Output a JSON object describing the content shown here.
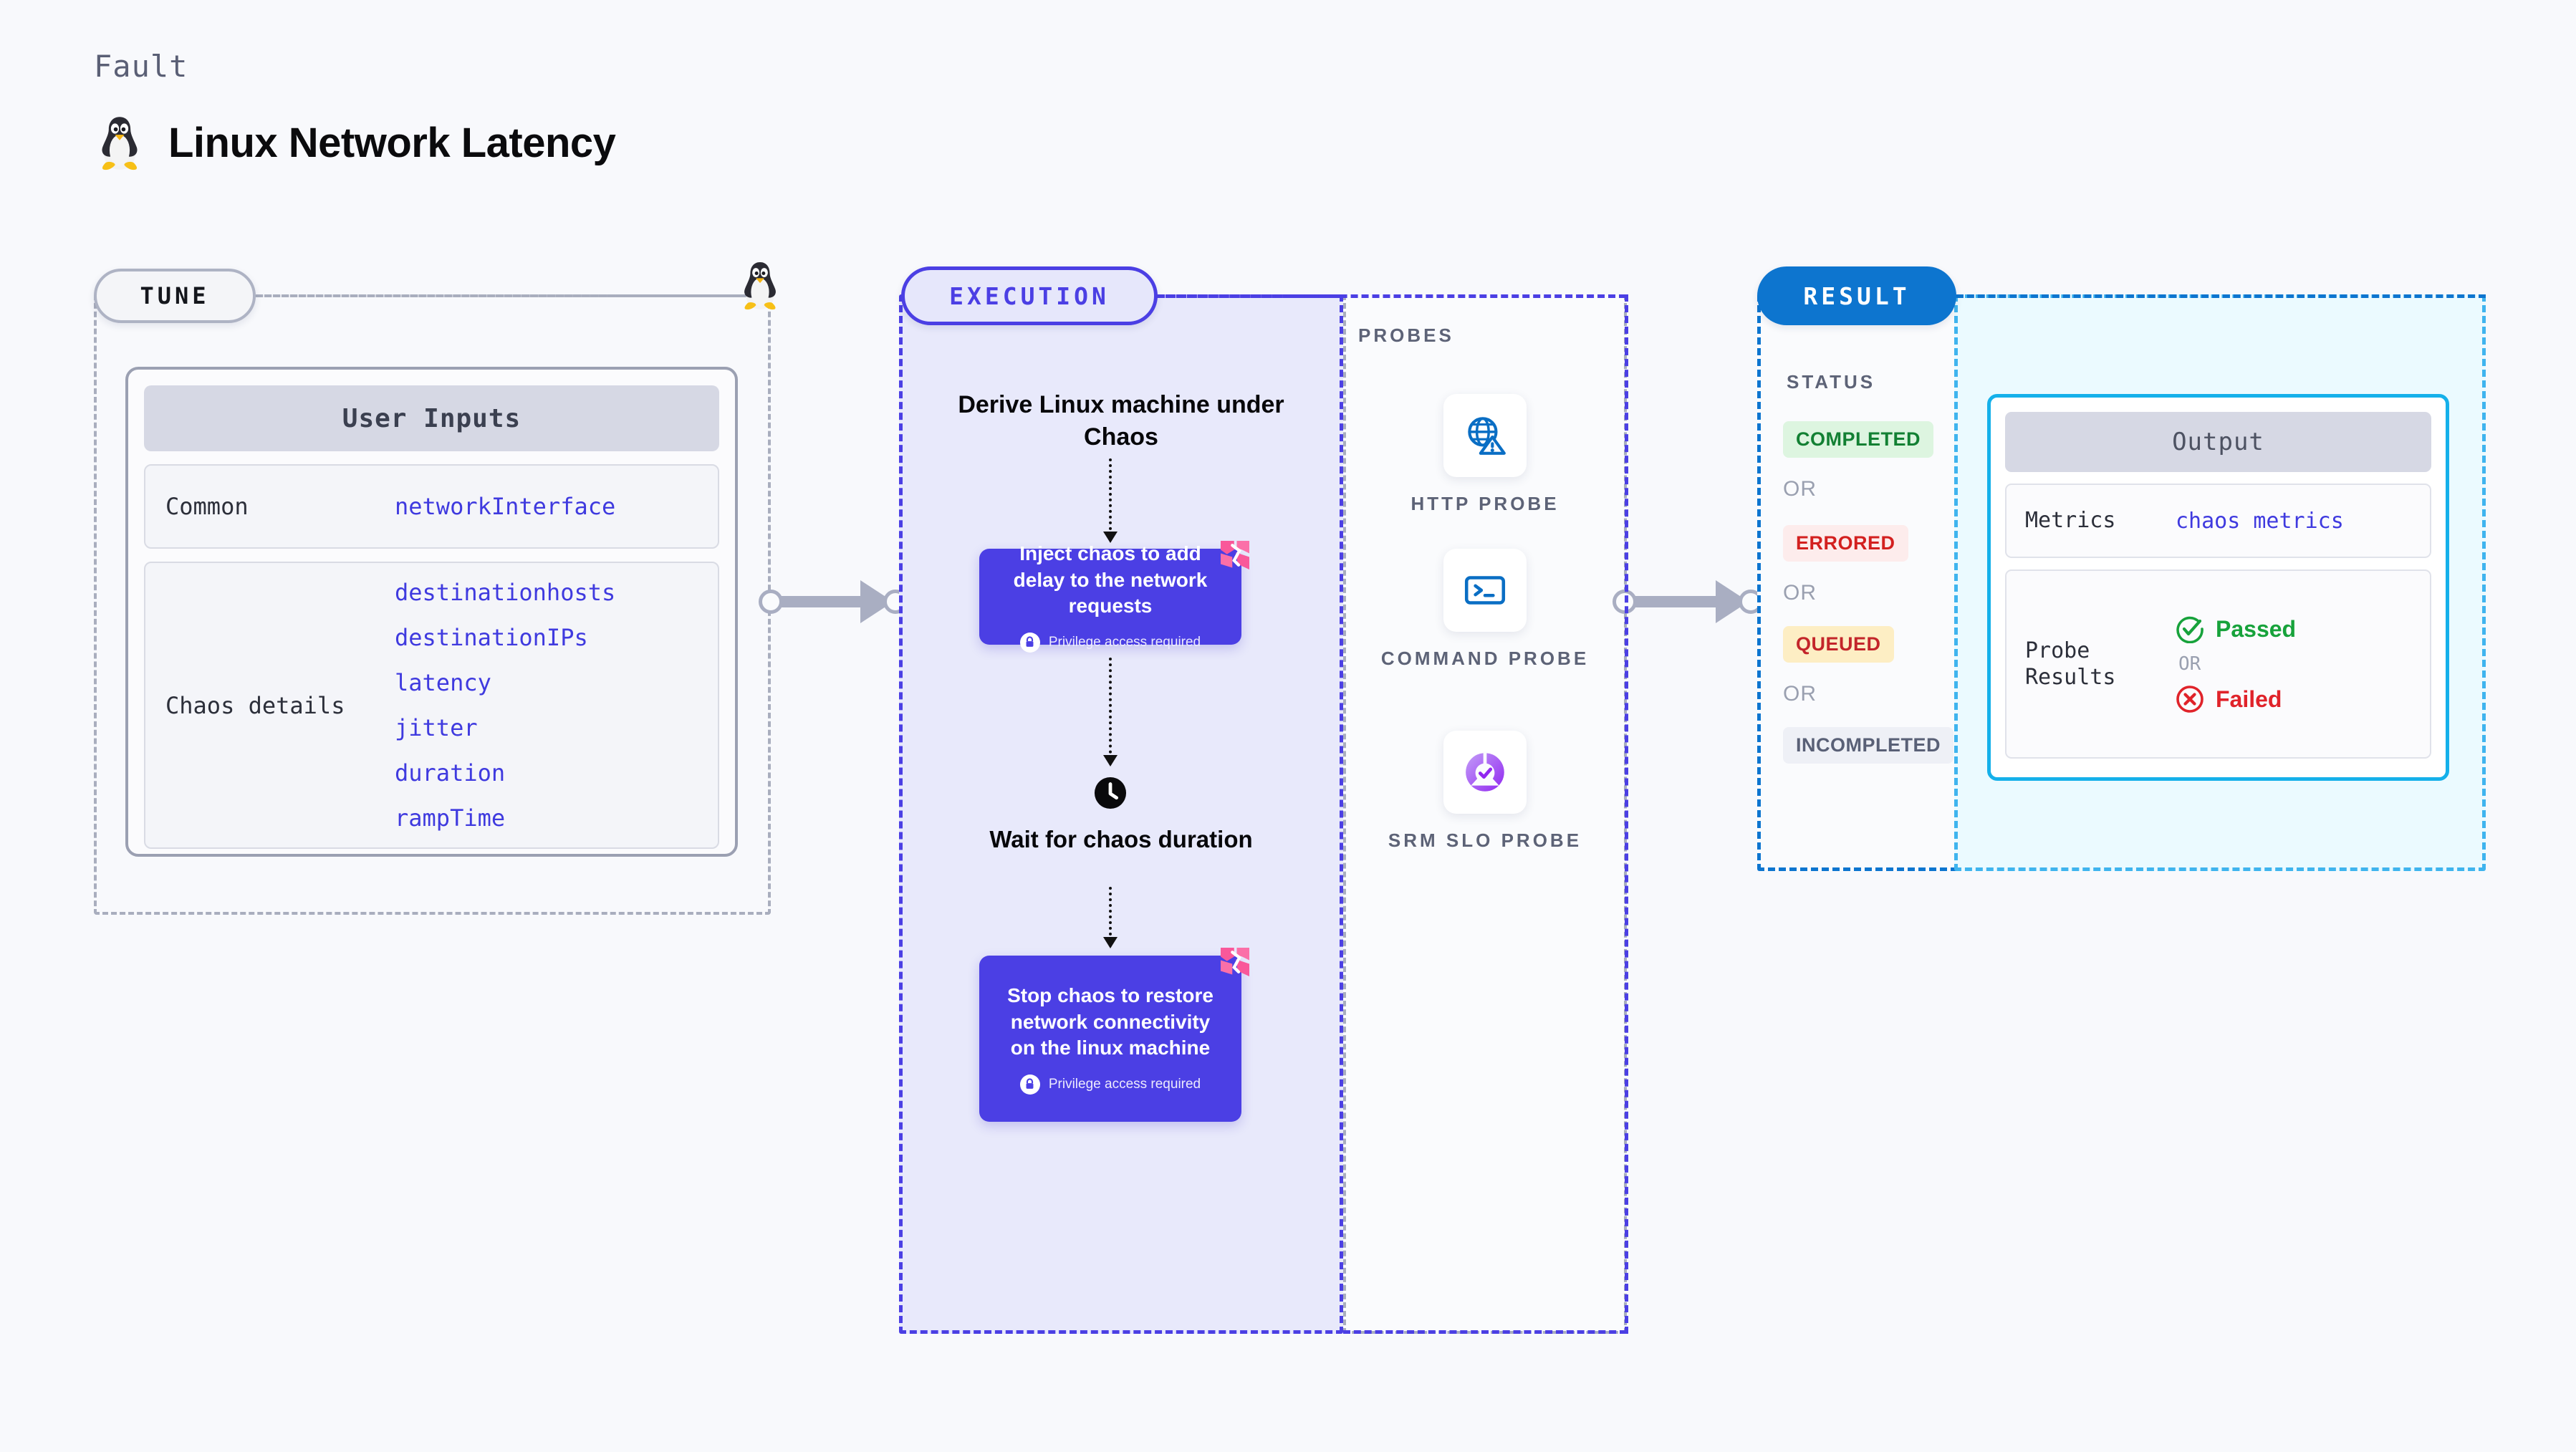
{
  "header": {
    "eyebrow": "Fault",
    "title": "Linux Network Latency",
    "penguin_icon": "linux-penguin-icon"
  },
  "tune": {
    "pill_label": "TUNE",
    "penguin_icon": "linux-penguin-icon",
    "card_title": "User Inputs",
    "rows": [
      {
        "key": "Common",
        "values": [
          "networkInterface"
        ]
      },
      {
        "key": "Chaos details",
        "values": [
          "destinationhosts",
          "destinationIPs",
          "latency",
          "jitter",
          "duration",
          "rampTime"
        ]
      }
    ]
  },
  "execution": {
    "pill_label": "EXECUTION",
    "head_label": "Derive Linux machine under Chaos",
    "steps": [
      {
        "title": "Inject chaos to add delay to the network requests",
        "privilege": "Privilege access required",
        "badge": "harness-logo-icon",
        "lock_icon": "lock-icon"
      },
      {
        "title": "Stop chaos to restore network connectivity on the linux machine",
        "privilege": "Privilege access required",
        "badge": "harness-logo-icon",
        "lock_icon": "lock-icon"
      }
    ],
    "wait": {
      "icon": "clock-icon",
      "label": "Wait for chaos duration"
    }
  },
  "probes": {
    "section_label": "PROBES",
    "items": [
      {
        "caption": "HTTP PROBE",
        "icon": "globe-warning-icon"
      },
      {
        "caption": "COMMAND PROBE",
        "icon": "terminal-icon"
      },
      {
        "caption": "SRM SLO PROBE",
        "icon": "srm-slo-check-icon"
      }
    ]
  },
  "result": {
    "pill_label": "RESULT",
    "status_label": "STATUS",
    "or_label": "OR",
    "statuses": [
      {
        "label": "COMPLETED",
        "bg": "#ddf5e0",
        "fg": "#128033"
      },
      {
        "label": "ERRORED",
        "bg": "#fdecec",
        "fg": "#d3201f"
      },
      {
        "label": "QUEUED",
        "bg": "#fdeec4",
        "fg": "#c3252a"
      },
      {
        "label": "INCOMPLETED",
        "bg": "#eef0f6",
        "fg": "#596076"
      }
    ],
    "output": {
      "card_title": "Output",
      "metrics_key": "Metrics",
      "metrics_value": "chaos metrics",
      "probe_results_key": "Probe Results",
      "passed_label": "Passed",
      "failed_label": "Failed",
      "or_label": "OR",
      "passed_icon": "check-circle-icon",
      "failed_icon": "x-circle-icon"
    }
  },
  "colors": {
    "page_bg": "#f8f9fc",
    "indigo": "#4b3fe4",
    "result_blue": "#0d75cf",
    "cyan": "#15b0ea",
    "pink": "#f9589a",
    "grey_dash": "#a9aebe"
  }
}
